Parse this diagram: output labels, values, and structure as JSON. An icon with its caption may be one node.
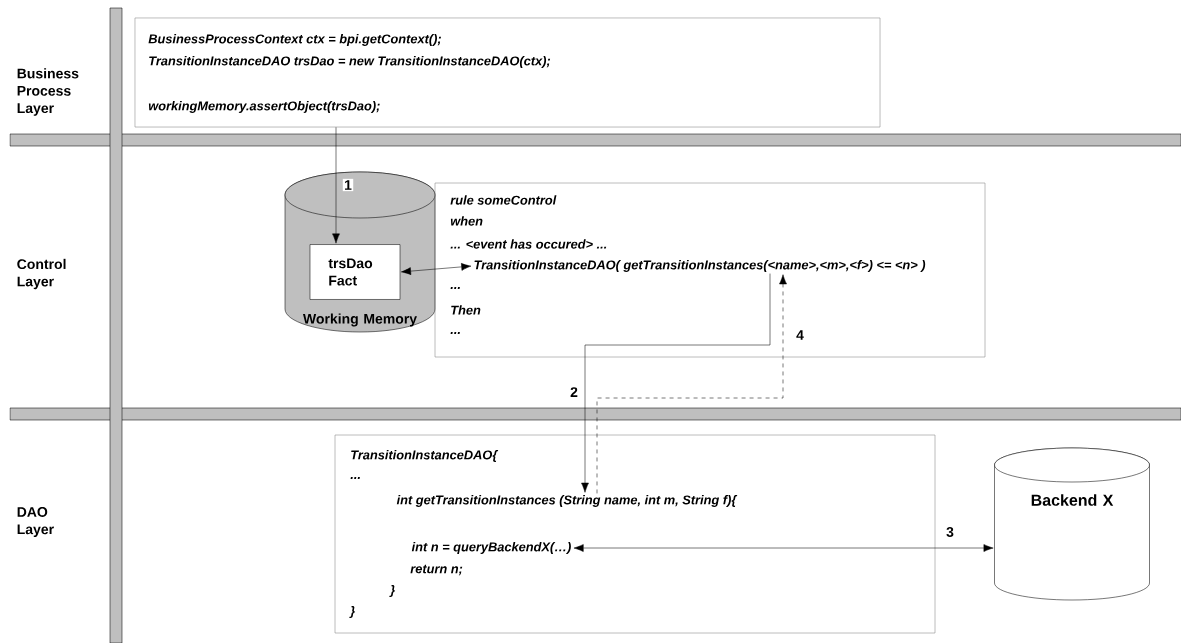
{
  "diagram": {
    "nodes": [
      {
        "text": [
          "BusinessProcessContext ctx = bpi.getContext();",
          "TransitionInstanceDAO trsDao = new TransitionInstanceDAO(ctx);",
          "workingMemory.assertObject(trsDao);"
        ]
      },
      {
        "text": [
          "Working Memory"
        ]
      },
      {
        "text": [
          "trsDao Fact"
        ],
        "in": 1
      },
      {
        "text": [
          "rule someControl",
          "when",
          "... <event has occured> ...",
          "...",
          "Then",
          "..."
        ]
      },
      {
        "text": [
          "TransitionInstanceDAO( getTransitionInstances(<name>,<m>,<f>) <= <n> )"
        ],
        "in": 3
      },
      {
        "text": [
          "TransitionInstanceDAO{",
          "...",
          "return n;",
          "}",
          "}"
        ]
      },
      {
        "text": [
          "int getTransitionInstances (String name, int m, String f){"
        ],
        "in": 5
      },
      {
        "text": [
          "int n = queryBackendX(…)"
        ],
        "in": 5
      },
      {
        "text": [
          "Backend X"
        ]
      }
    ],
    "edges": [
      {
        "from": 0,
        "to": 2,
        "arrow": "to",
        "label": "1"
      },
      {
        "from": 2,
        "to": 4,
        "arrow": "both"
      },
      {
        "from": 4,
        "to": 6,
        "arrow": "to",
        "label": "2"
      },
      {
        "from": 6,
        "to": 4,
        "arrow": "to",
        "label": "4",
        "style": "dashed"
      },
      {
        "from": 7,
        "to": 8,
        "arrow": "both",
        "label": "3"
      }
    ],
    "labels": [
      "Business Process Layer",
      "Control Layer",
      "DAO Layer"
    ]
  }
}
